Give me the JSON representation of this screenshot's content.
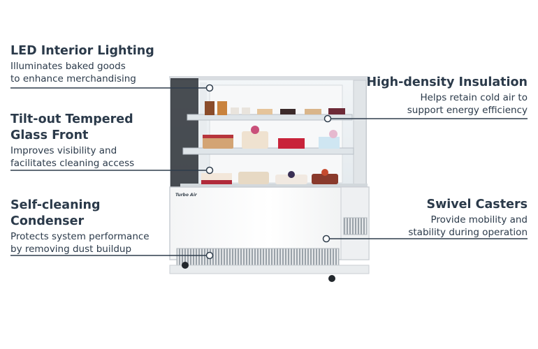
{
  "brand": "Turbo Air",
  "features": [
    {
      "id": "led",
      "side": "left",
      "title": "LED Interior Lighting",
      "description": "Illuminates baked goods\nto enhance merchandising"
    },
    {
      "id": "glass",
      "side": "left",
      "title": "Tilt-out Tempered\nGlass Front",
      "description": "Improves visibility and\nfacilitates cleaning access"
    },
    {
      "id": "condenser",
      "side": "left",
      "title": "Self-cleaning\nCondenser",
      "description": "Protects system performance\nby removing dust buildup"
    },
    {
      "id": "insulation",
      "side": "right",
      "title": "High-density Insulation",
      "description": "Helps retain cold air to\nsupport energy efficiency"
    },
    {
      "id": "casters",
      "side": "right",
      "title": "Swivel Casters",
      "description": "Provide mobility and\nstability during operation"
    }
  ],
  "colors": {
    "text": "#2b3a4a",
    "line": "#2f3d4c",
    "cabinet": "#ffffff",
    "frame": "#cfd3d7",
    "glass": "#eef3f6"
  }
}
